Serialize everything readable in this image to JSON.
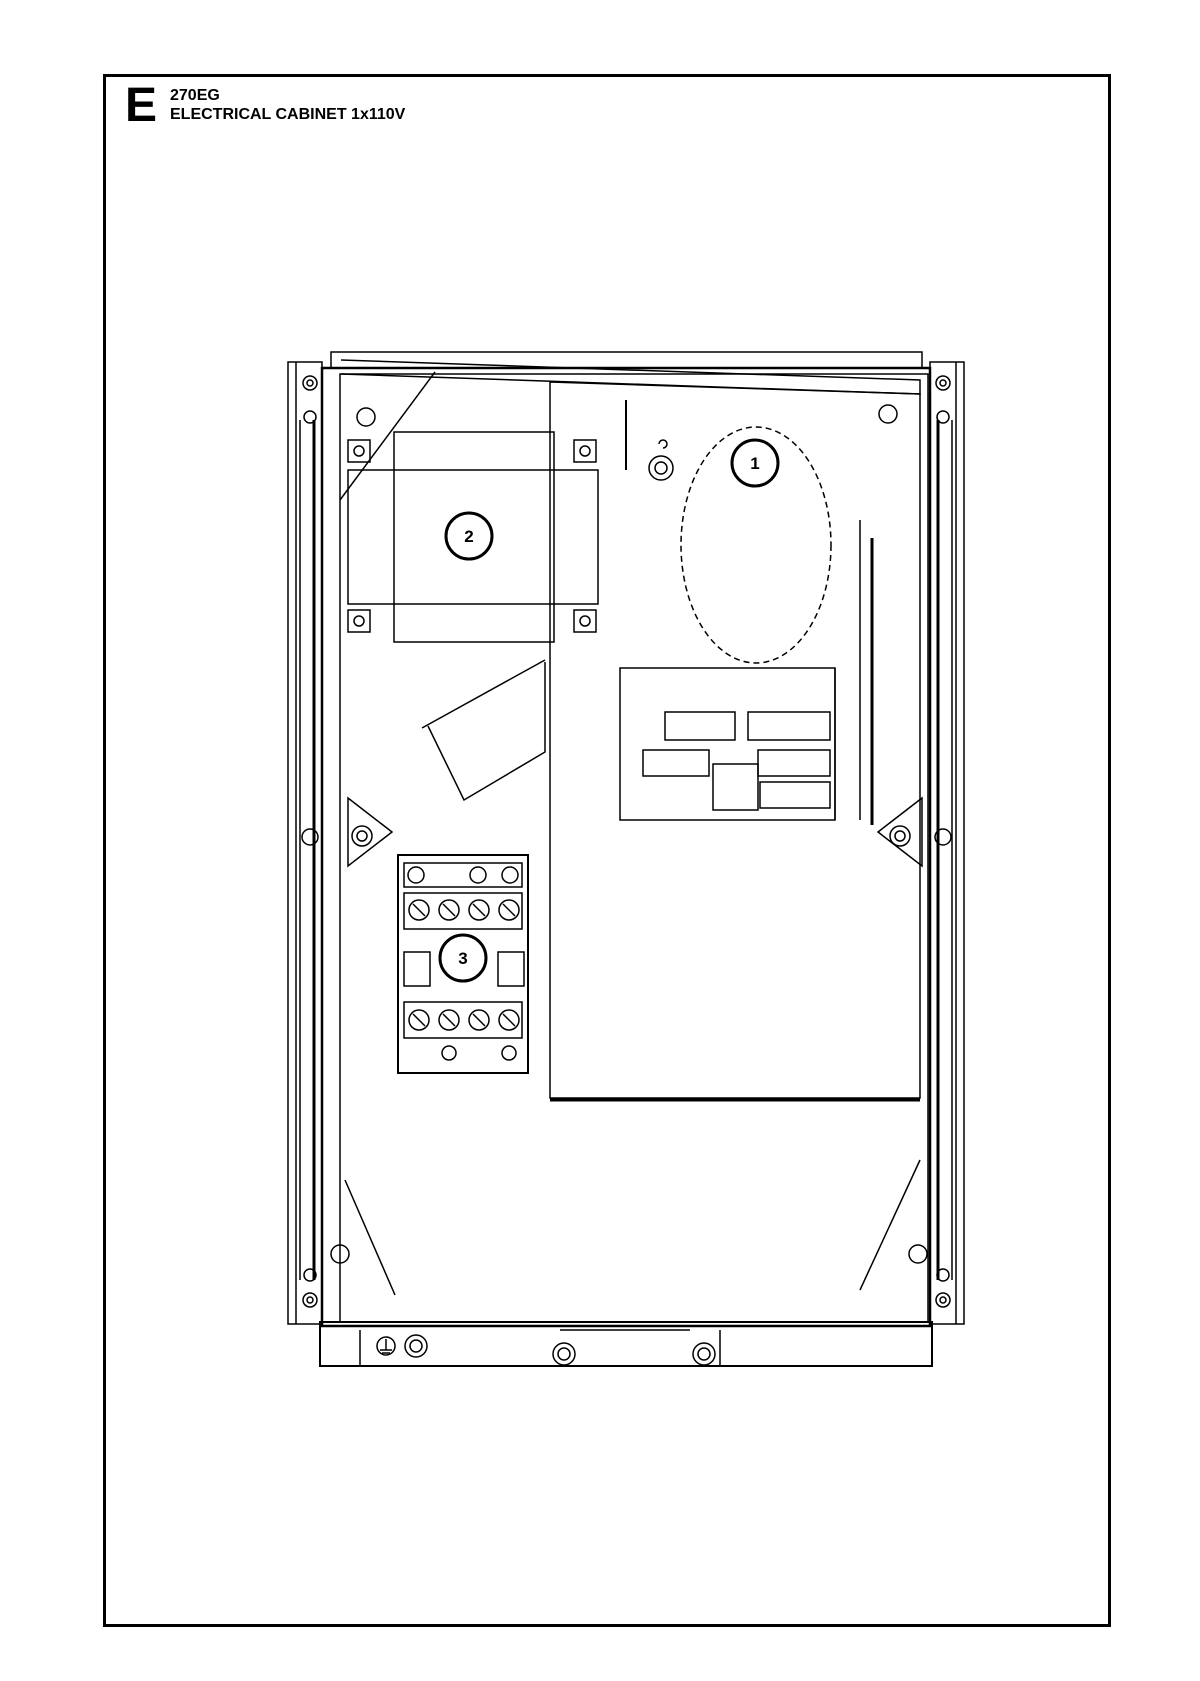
{
  "header": {
    "section_letter": "E",
    "model": "270EG",
    "title": "ELECTRICAL CABINET 1x110V"
  },
  "callouts": [
    {
      "id": "1",
      "label": "1"
    },
    {
      "id": "2",
      "label": "2"
    },
    {
      "id": "3",
      "label": "3"
    }
  ],
  "colors": {
    "line": "#000000",
    "background": "#ffffff"
  }
}
